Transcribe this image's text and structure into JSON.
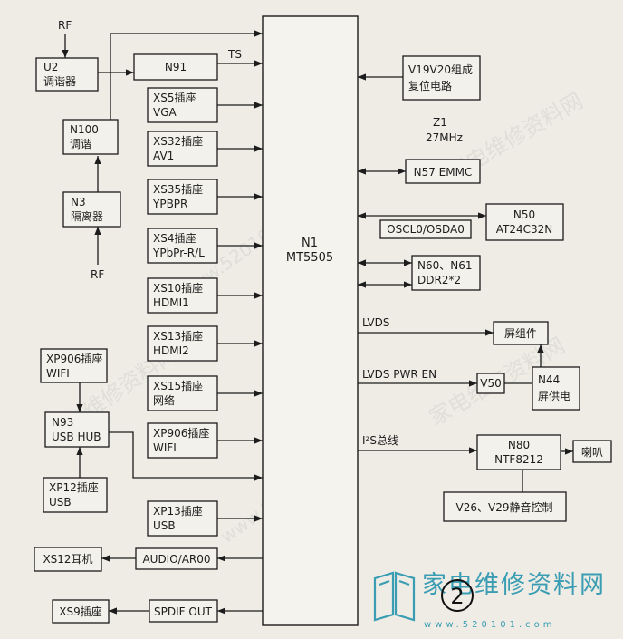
{
  "diagram": {
    "center_chip": {
      "line1": "N1",
      "line2": "MT5505"
    },
    "rf_top": "RF",
    "rf_bottom": "RF",
    "u2": {
      "line1": "U2",
      "line2": "调谐器"
    },
    "n91": {
      "label": "N91"
    },
    "ts_label": "TS",
    "n100": {
      "line1": "N100",
      "line2": "调谐"
    },
    "n3": {
      "line1": "N3",
      "line2": "隔离器"
    },
    "inputs": [
      {
        "line1": "XS5插座",
        "line2": "VGA"
      },
      {
        "line1": "XS32插座",
        "line2": "AV1"
      },
      {
        "line1": "XS35插座",
        "line2": "YPBPR"
      },
      {
        "line1": "XS4插座",
        "line2": "YPbPr-R/L"
      },
      {
        "line1": "XS10插座",
        "line2": "HDMI1"
      },
      {
        "line1": "XS13插座",
        "line2": "HDMI2"
      },
      {
        "line1": "XS15插座",
        "line2": "网络"
      },
      {
        "line1": "XP906插座",
        "line2": "WIFI"
      },
      {
        "line1": "XP13插座",
        "line2": "USB"
      }
    ],
    "xp906_left": {
      "line1": "XP906插座",
      "line2": "WIFI"
    },
    "n93": {
      "line1": "N93",
      "line2": "USB HUB"
    },
    "xp12": {
      "line1": "XP12插座",
      "line2": "USB"
    },
    "audio": {
      "label": "AUDIO/AR00"
    },
    "xs12": {
      "label": "XS12耳机"
    },
    "spdif": {
      "label": "SPDIF OUT"
    },
    "xs9": {
      "label": "XS9插座"
    },
    "reset": {
      "line1": "V19V20组成",
      "line2": "复位电路"
    },
    "crystal": {
      "line1": "Z1",
      "line2": "27MHz"
    },
    "emmc": {
      "label": "N57 EMMC"
    },
    "eeprom": {
      "line1": "N50",
      "line2": "AT24C32N"
    },
    "i2c_bus": "OSCL0/OSDA0",
    "ddr": {
      "line1": "N60、N61",
      "line2": "DDR2*2"
    },
    "lvds_label": "LVDS",
    "panel": {
      "label": "屏组件"
    },
    "lvds_pwr_label": "LVDS PWR EN",
    "v50": {
      "label": "V50"
    },
    "n44": {
      "line1": "N44",
      "line2": "屏供电"
    },
    "i2s_label": "I²S总线",
    "n80": {
      "line1": "N80",
      "line2": "NTF8212"
    },
    "speaker": {
      "label": "喇叭"
    },
    "mute": {
      "label": "V26、V29静音控制"
    }
  },
  "figure_number": "2",
  "watermark": {
    "logo": "家电维修资料网",
    "site": "www.520101.com"
  },
  "colors": {
    "line": "#1c1c1c",
    "logo": "#3a9db3",
    "background": "#eeece5"
  }
}
